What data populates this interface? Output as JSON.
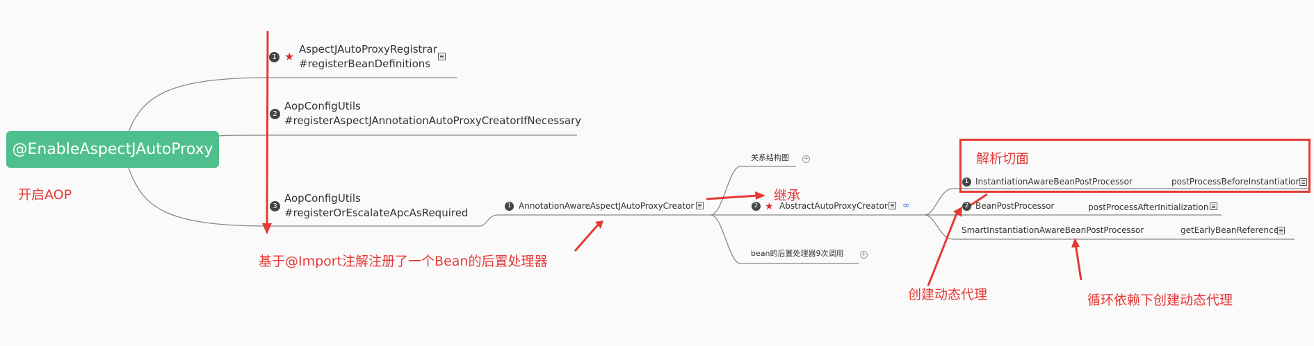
{
  "root": {
    "label": "@EnableAspectJAutoProxy",
    "color": "#4fc08d"
  },
  "branch1": {
    "number": "1",
    "line1": "AspectJAutoProxyRegistrar",
    "line2": "#registerBeanDefinitions"
  },
  "branch2": {
    "number": "2",
    "line1": "AopConfigUtils",
    "line2": "#registerAspectJAnnotationAutoProxyCreatorIfNecessary"
  },
  "branch3": {
    "number": "3",
    "line1": "AopConfigUtils",
    "line2": "#registerOrEscalateApcAsRequired"
  },
  "creator": {
    "number": "1",
    "label": "AnnotationAwareAspectJAutoProxyCreator"
  },
  "relation": {
    "label": "关系结构图"
  },
  "abstract": {
    "number": "2",
    "label": "AbstractAutoProxyCreator"
  },
  "beanpp": {
    "label": "bean的后置处理器9次调用"
  },
  "processors": [
    {
      "number": "1",
      "name": "InstantiationAwareBeanPostProcessor",
      "method": "postProcessBeforeInstantiation"
    },
    {
      "number": "2",
      "name": "BeanPostProcessor",
      "method": "postProcessAfterInitialization"
    },
    {
      "number": "",
      "name": "SmartInstantiationAwareBeanPostProcessor",
      "method": "getEarlyBeanReference"
    }
  ],
  "notes": {
    "open_aop": "开启AOP",
    "import_note": "基于@Import注解注册了一个Bean的后置处理器",
    "inherit": "继承",
    "parse_aspect": "解析切面",
    "create_proxy": "创建动态代理",
    "circular": "循环依赖下创建动态代理"
  },
  "colors": {
    "annotation_red": "#e53935",
    "line_gray": "#888888"
  },
  "icons": [
    "star-icon",
    "note-icon",
    "plus-circle-icon",
    "link-icon"
  ]
}
